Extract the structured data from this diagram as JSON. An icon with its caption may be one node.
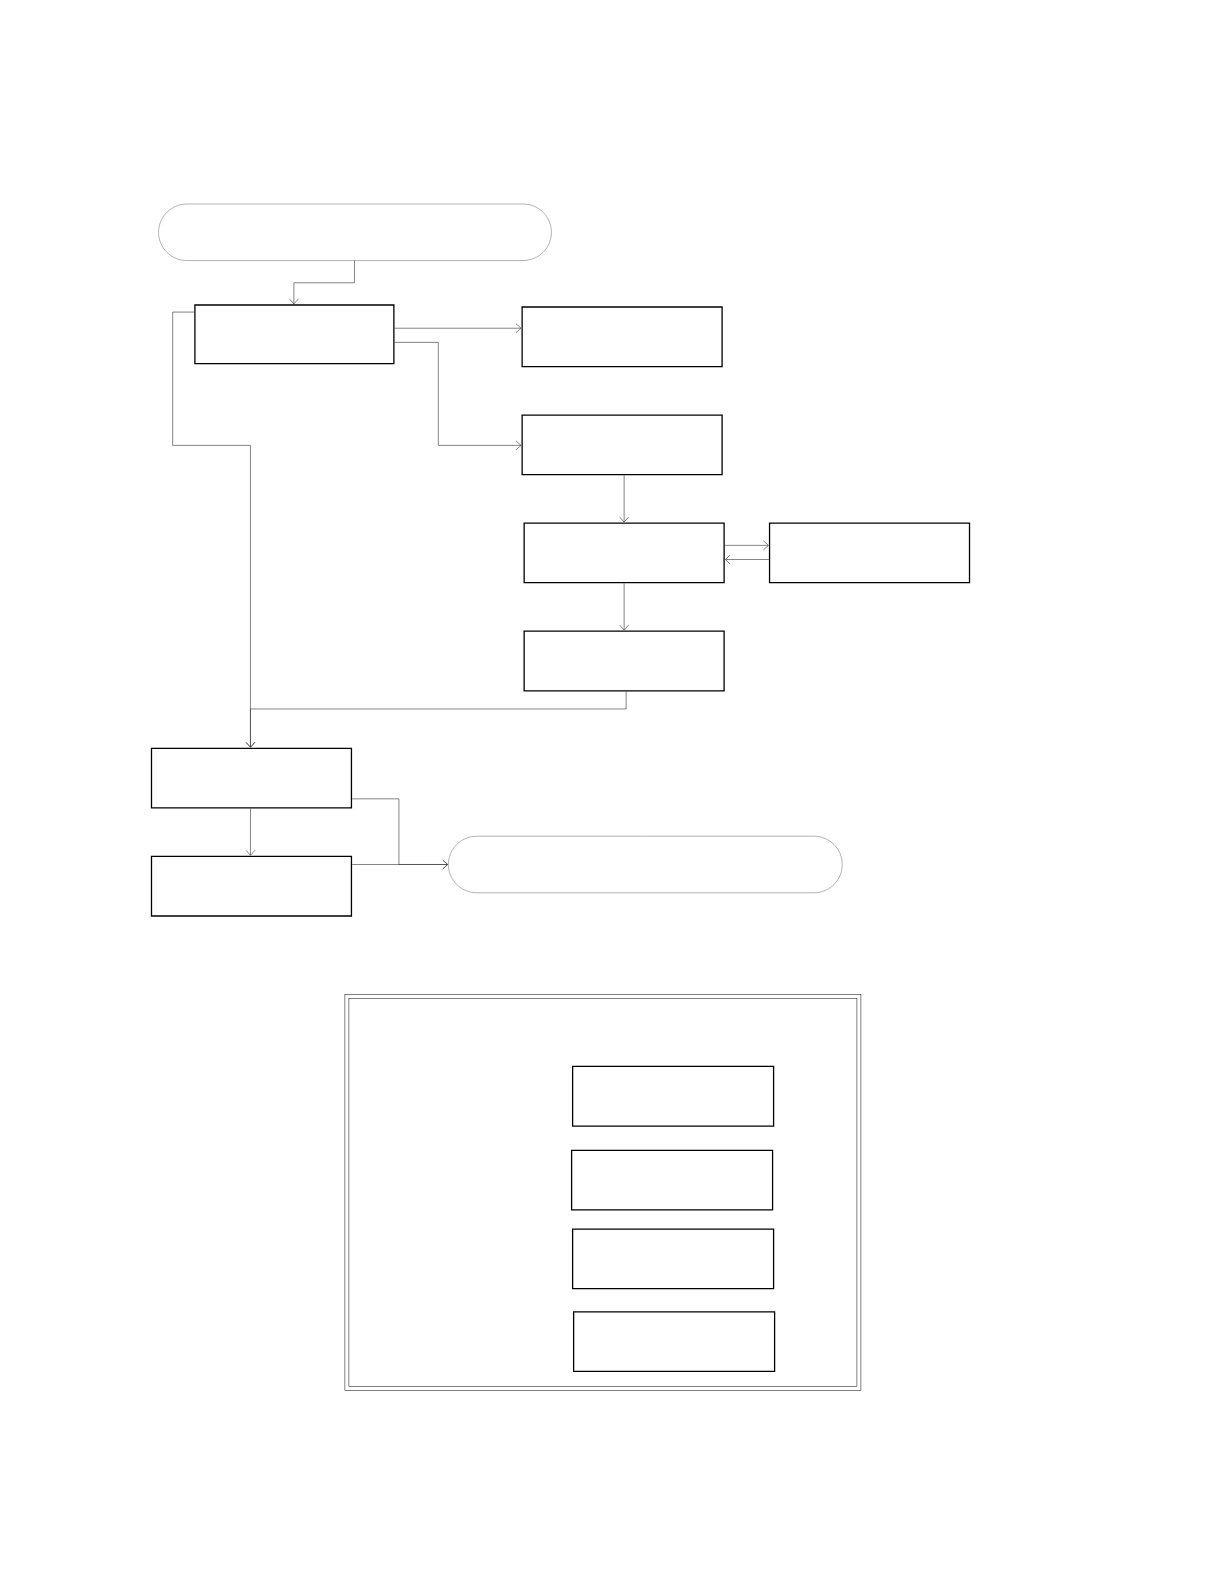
{
  "diagram": {
    "nodes": [
      {
        "text": [],
        "shape": "capsule"
      },
      {
        "text": [],
        "shape": "box"
      },
      {
        "text": [],
        "shape": "box"
      },
      {
        "text": [],
        "shape": "box"
      },
      {
        "text": [],
        "shape": "box"
      },
      {
        "text": [],
        "shape": "box"
      },
      {
        "text": [],
        "shape": "box"
      },
      {
        "text": [],
        "shape": "box"
      },
      {
        "text": [],
        "shape": "box"
      },
      {
        "text": [],
        "shape": "capsule"
      },
      {
        "text": [],
        "shape": "frame"
      },
      {
        "text": [],
        "shape": "box",
        "in": 10
      },
      {
        "text": [],
        "shape": "box",
        "in": 10
      },
      {
        "text": [],
        "shape": "box",
        "in": 10
      },
      {
        "text": [],
        "shape": "box",
        "in": 10
      }
    ],
    "edges": [
      {
        "from": 0,
        "to": 1,
        "arrow": "to"
      },
      {
        "from": 1,
        "to": 2,
        "arrow": "to"
      },
      {
        "from": 1,
        "to": 3,
        "arrow": "to"
      },
      {
        "from": 1,
        "to": 7,
        "arrow": "to"
      },
      {
        "from": 3,
        "to": 4,
        "arrow": "to"
      },
      {
        "from": 4,
        "to": 5,
        "arrow": "to"
      },
      {
        "from": 5,
        "to": 4,
        "arrow": "to"
      },
      {
        "from": 4,
        "to": 6,
        "arrow": "to"
      },
      {
        "from": 6,
        "to": 7,
        "arrow": "to"
      },
      {
        "from": 7,
        "to": 8,
        "arrow": "to"
      },
      {
        "from": 7,
        "to": 9,
        "arrow": "to"
      },
      {
        "from": 8,
        "to": 9,
        "arrow": "to"
      }
    ]
  }
}
